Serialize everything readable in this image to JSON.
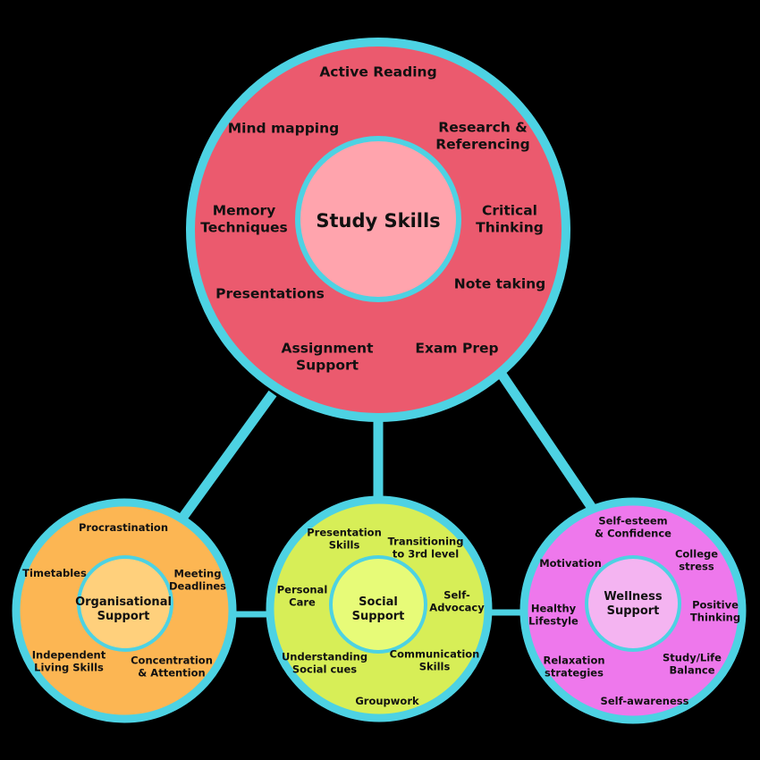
{
  "colors": {
    "background": "#000000",
    "ring": "#4dd2e3",
    "study_outer": "#eb5a6e",
    "study_inner": "#ffa4ad",
    "org_outer": "#fcb653",
    "org_inner": "#ffd07c",
    "social_outer": "#d7ee57",
    "social_inner": "#e7fb78",
    "wellness_outer": "#ee78ec",
    "wellness_inner": "#f4b4f1"
  },
  "study": {
    "title": "Study Skills",
    "items": [
      "Active Reading",
      "Mind mapping",
      "Research &\nReferencing",
      "Memory\nTechniques",
      "Critical\nThinking",
      "Presentations",
      "Note taking",
      "Assignment\nSupport",
      "Exam Prep"
    ]
  },
  "organisational": {
    "title": "Organisational\nSupport",
    "items": [
      "Procrastination",
      "Timetables",
      "Meeting\nDeadlines",
      "Independent\nLiving Skills",
      "Concentration\n& Attention"
    ]
  },
  "social": {
    "title": "Social\nSupport",
    "items": [
      "Presentation\nSkills",
      "Transitioning\nto 3rd level",
      "Personal\nCare",
      "Self-\nAdvocacy",
      "Understanding\nSocial cues",
      "Communication\nSkills",
      "Groupwork"
    ]
  },
  "wellness": {
    "title": "Wellness\nSupport",
    "items": [
      "Self-esteem\n& Confidence",
      "Motivation",
      "College\nstress",
      "Healthy\nLifestyle",
      "Positive\nThinking",
      "Relaxation\nstrategies",
      "Study/Life\nBalance",
      "Self-awareness"
    ]
  }
}
